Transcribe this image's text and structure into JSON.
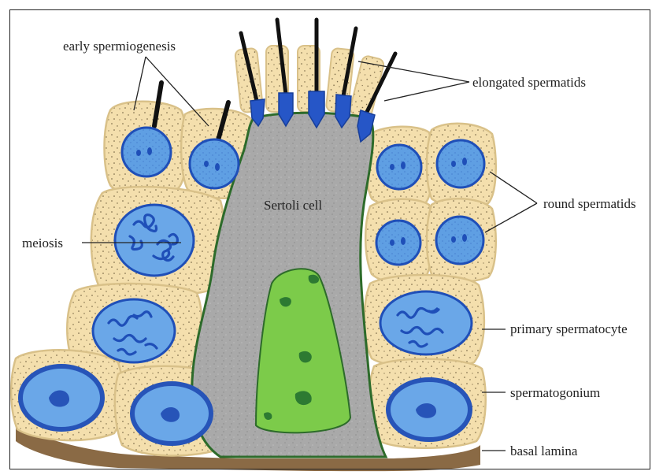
{
  "labels": {
    "early_spermiogenesis": "early spermiogenesis",
    "elongated_spermatids": "elongated spermatids",
    "sertoli_cell": "Sertoli cell",
    "round_spermatids": "round spermatids",
    "meiosis": "meiosis",
    "primary_spermatocyte": "primary spermatocyte",
    "spermatogonium": "spermatogonium",
    "basal_lamina": "basal lamina"
  },
  "colors": {
    "cytoplasm": "#f4dfad",
    "nucleus_light": "#5f9fe3",
    "nucleus_dark": "#1f4fb8",
    "sertoli_cytoplasm": "#a9a9a9",
    "sertoli_border": "#2d6b2a",
    "sertoli_nucleus": "#7ccb4a",
    "basal_lamina": "#8a6a45"
  }
}
